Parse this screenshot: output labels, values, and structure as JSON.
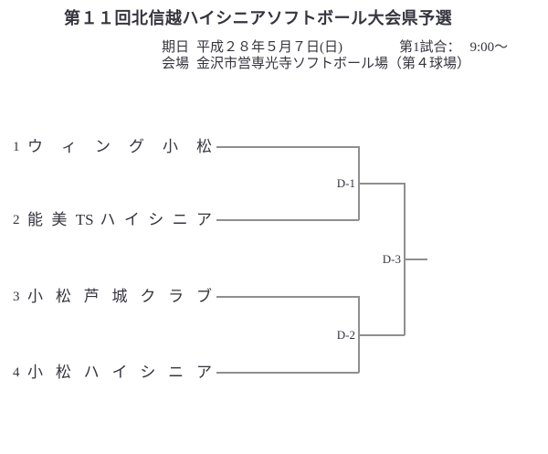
{
  "document": {
    "title": "第１１回北信越ハイシニアソフトボール大会県予選",
    "info": {
      "date_label": "期日",
      "date_value": "平成２８年５月７日(日)",
      "first_game_label": "第1試合：",
      "first_game_time": "9:00～",
      "venue_label": "会場",
      "venue_value": "金沢市営専光寺ソフトボール場（第４球場）"
    }
  },
  "bracket": {
    "teams": [
      {
        "seed": "1",
        "name": "ウ ィ ン グ 小 松"
      },
      {
        "seed": "2",
        "name": "能 美 TS ハ イ シ ニ ア"
      },
      {
        "seed": "3",
        "name": "小 松 芦 城 ク ラ ブ"
      },
      {
        "seed": "4",
        "name": "小 松 ハ イ シ ニ ア"
      }
    ],
    "match_labels": {
      "semifinal_1": "D-1",
      "semifinal_2": "D-2",
      "final": "D-3"
    }
  },
  "colors": {
    "line": "#8f8f8f",
    "text": "#35353f"
  }
}
